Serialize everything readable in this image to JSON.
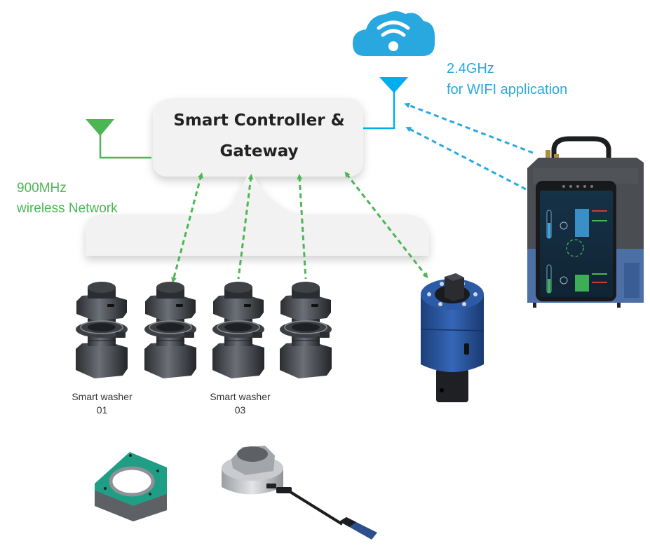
{
  "gateway": {
    "title_line1": "Smart Controller &",
    "title_line2": "Gateway"
  },
  "networks": {
    "sub_ghz": {
      "frequency": "900MHz",
      "description": "wireless Network",
      "color": "#4cb654"
    },
    "wifi": {
      "frequency": "2.4GHz",
      "description": "for WIFI application",
      "color": "#29a8e0"
    }
  },
  "cloud": {
    "icon": "cloud-wifi-icon",
    "color": "#29a8e0"
  },
  "antennas": [
    {
      "name": "antenna-900mhz-icon",
      "color": "#4cb654"
    },
    {
      "name": "antenna-wifi-icon",
      "color": "#29a8e0"
    }
  ],
  "devices": {
    "smart_washers": [
      {
        "label_line1": "Smart washer",
        "label_line2": "01"
      },
      {
        "label_line1": "",
        "label_line2": ""
      },
      {
        "label_line1": "Smart washer",
        "label_line2": "03"
      },
      {
        "label_line1": "",
        "label_line2": ""
      }
    ],
    "torque_sensor": {
      "name": "rotary-torque-sensor"
    },
    "controller_unit": {
      "name": "portable-control-unit"
    },
    "accessories": [
      {
        "name": "hex-load-washer"
      },
      {
        "name": "nut-sensor-with-cable"
      }
    ]
  },
  "colors": {
    "bubble_fill": "#f2f2f2",
    "text_dark": "#222222",
    "green": "#4cb654",
    "blue": "#29a8e0",
    "device_blue": "#2d5fa8",
    "metal_dark": "#3a3d42",
    "teal": "#1f9e86"
  }
}
